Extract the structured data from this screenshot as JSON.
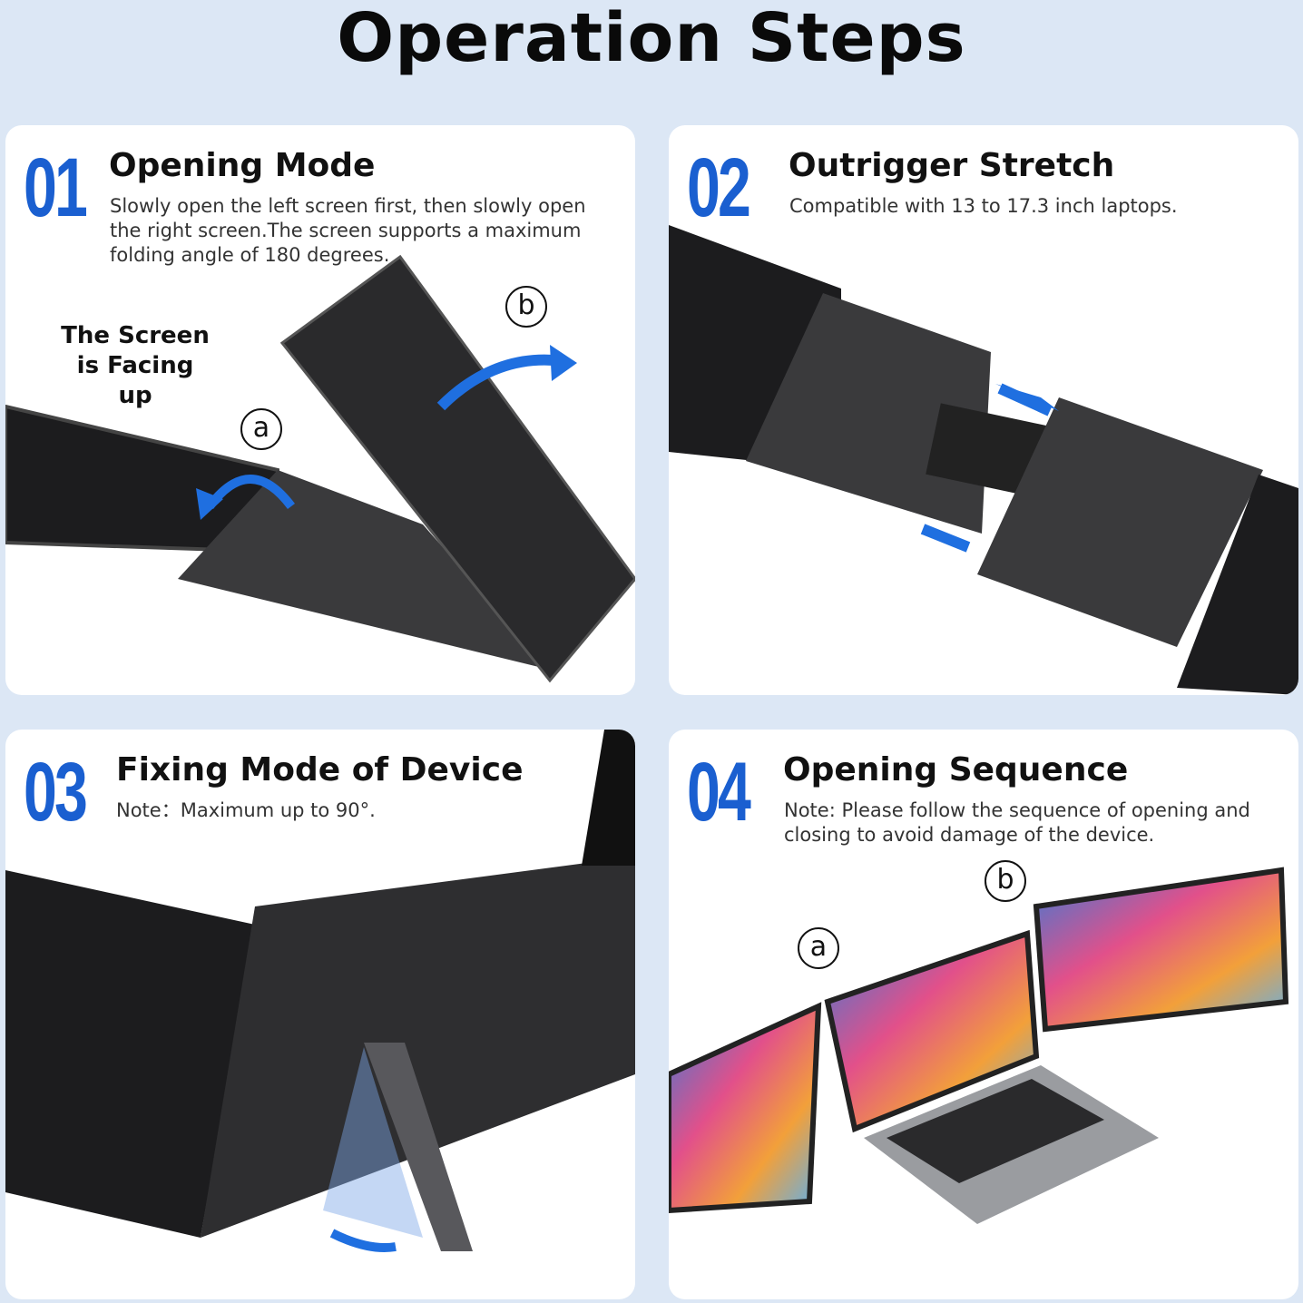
{
  "header": {
    "title": "Operation Steps"
  },
  "steps": [
    {
      "number": "01",
      "title": "Opening Mode",
      "description": "Slowly open the left screen first, then slowly open the right screen.The screen supports a maximum folding angle of 180 degrees.",
      "side_label": "The Screen is Facing up",
      "markers": [
        "a",
        "b"
      ]
    },
    {
      "number": "02",
      "title": "Outrigger Stretch",
      "description": "Compatible with 13 to 17.3 inch laptops."
    },
    {
      "number": "03",
      "title": "Fixing Mode of Device",
      "description": "Note：Maximum up to 90°."
    },
    {
      "number": "04",
      "title": "Opening Sequence",
      "description": "Note: Please follow the sequence of opening and closing to avoid damage of the device.",
      "markers": [
        "a",
        "b"
      ]
    }
  ],
  "colors": {
    "accent": "#1a5fd0",
    "background": "#dce7f5",
    "arrow": "#1f6fe0"
  }
}
